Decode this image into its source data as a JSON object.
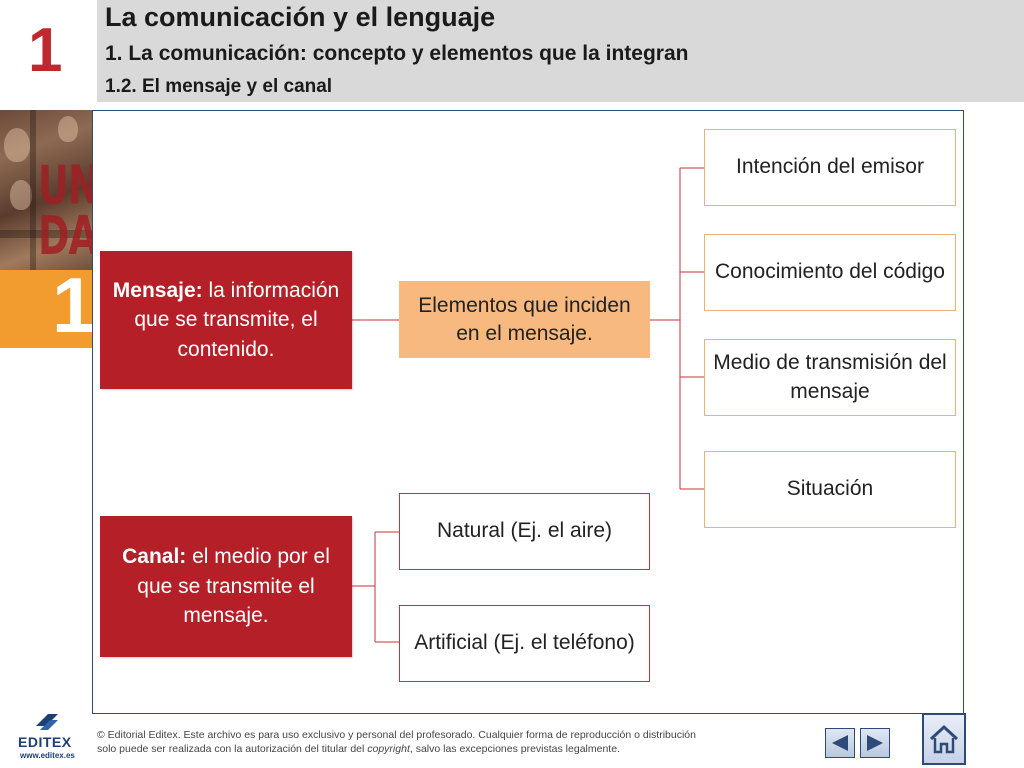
{
  "header": {
    "unit_number": "1",
    "title": "La comunicación y el lenguaje",
    "subtitle": "1. La comunicación: concepto y elementos que la integran",
    "section": "1.2. El mensaje y el canal"
  },
  "sidebar": {
    "unit_word_top": "UNI",
    "unit_word_bottom": "DAD",
    "unit_number": "1",
    "accent_color": "#f29b2e"
  },
  "diagram": {
    "mensaje": {
      "term": "Mensaje:",
      "definition": " la información que se transmite, el contenido."
    },
    "elementos": "Elementos que inciden en el mensaje.",
    "factores": [
      "Intención del emisor",
      "Conocimiento del código",
      "Medio de transmisión del mensaje",
      "Situación"
    ],
    "canal": {
      "term": "Canal:",
      "definition": " el medio por el que se transmite el mensaje."
    },
    "tipos_canal": [
      "Natural (Ej. el aire)",
      "Artificial (Ej. el teléfono)"
    ],
    "colors": {
      "red": "#b51f28",
      "peach": "#f7b97f",
      "outline_orange": "#f0b07a",
      "outline_red": "#c8323a"
    }
  },
  "footer": {
    "logo_text": "EDITEX",
    "logo_url": "www.editex.es",
    "copyright_line1": "© Editorial Editex. Este archivo es para uso exclusivo y personal del profesorado. Cualquier forma de reproducción o distribución",
    "copyright_line2_a": "solo puede ser realizada con la autorización del titular del ",
    "copyright_line2_italic": "copyright",
    "copyright_line2_b": ", salvo las excepciones previstas legalmente.",
    "prev_icon": "triangle-left-icon",
    "next_icon": "triangle-right-icon",
    "home_icon": "home-icon"
  }
}
